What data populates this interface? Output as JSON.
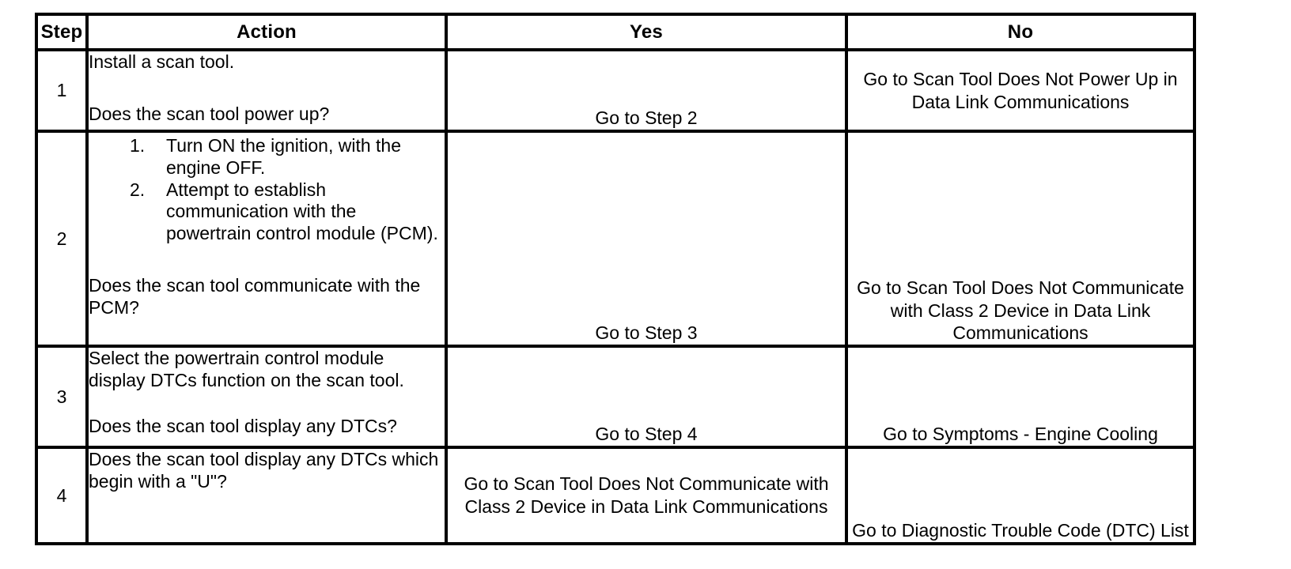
{
  "table": {
    "headers": {
      "step": "Step",
      "action": "Action",
      "yes": "Yes",
      "no": "No"
    },
    "rows": [
      {
        "step": "1",
        "action": {
          "intro": "Install a scan tool.",
          "steps": [],
          "question": "Does the scan tool power up?"
        },
        "yes": "Go to Step 2",
        "no": "Go to Scan Tool Does Not Power Up in Data Link Communications"
      },
      {
        "step": "2",
        "action": {
          "intro": "",
          "steps": [
            {
              "num": "1.",
              "text": "Turn ON the ignition, with the engine OFF."
            },
            {
              "num": "2.",
              "text": "Attempt to establish communication with the powertrain control module (PCM)."
            }
          ],
          "question": "Does the scan tool communicate with the PCM?"
        },
        "yes": "Go to Step 3",
        "no": "Go to Scan Tool Does Not Communicate with Class 2 Device in Data Link Communications"
      },
      {
        "step": "3",
        "action": {
          "intro": "Select the powertrain control module display DTCs function on the scan tool.",
          "steps": [],
          "question": "Does the scan tool display any DTCs?"
        },
        "yes": "Go to Step 4",
        "no": "Go to Symptoms - Engine Cooling"
      },
      {
        "step": "4",
        "action": {
          "intro": "",
          "steps": [],
          "question": "Does the scan tool display any DTCs which begin with a \"U\"?"
        },
        "yes": "Go to Scan Tool Does Not Communicate with Class 2 Device in Data Link Communications",
        "no": "Go to Diagnostic Trouble Code (DTC) List"
      }
    ]
  },
  "colors": {
    "border": "#000000",
    "background": "#ffffff",
    "text": "#000000"
  }
}
